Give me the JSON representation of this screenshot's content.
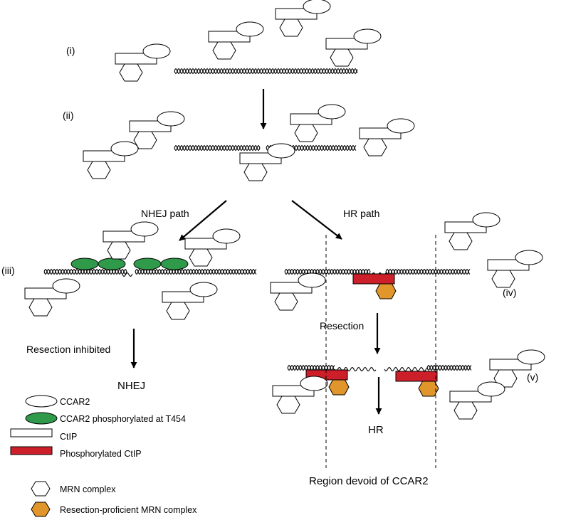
{
  "stage_labels": {
    "i": "(i)",
    "ii": "(ii)",
    "iii": "(iii)",
    "iv": "(iv)",
    "v": "(v)"
  },
  "paths": {
    "nhej_path": "NHEJ path",
    "hr_path": "HR path"
  },
  "steps": {
    "resection_inhibited": "Resection inhibited",
    "nhej": "NHEJ",
    "resection": "Resection",
    "hr": "HR"
  },
  "region_label": "Region devoid of CCAR2",
  "legend": {
    "ccar2": "CCAR2",
    "ccar2_phospho": "CCAR2 phosphorylated at T454",
    "ctip": "CtIP",
    "ctip_phospho": "Phosphorylated CtIP",
    "mrn": "MRN complex",
    "mrn_active": "Resection-proficient MRN complex"
  },
  "colors": {
    "green": "#2e9a4a",
    "red": "#cc1f2a",
    "orange": "#e1962b"
  }
}
